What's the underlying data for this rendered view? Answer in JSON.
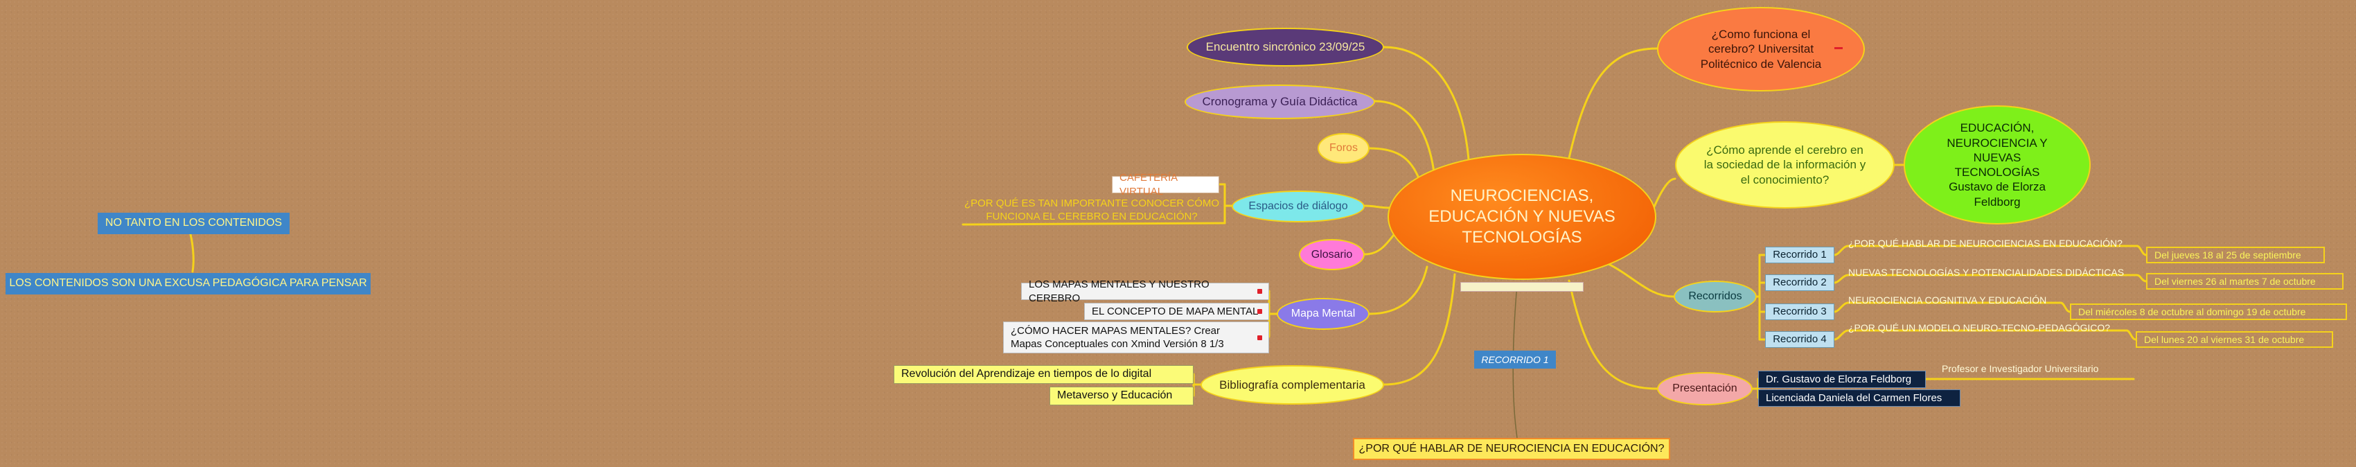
{
  "colors": {
    "background": "#b98a5e",
    "connector": "#f5d21a",
    "center": "#f56a05",
    "marker": "#e0202a"
  },
  "center": {
    "title": "NEUROCIENCIAS, EDUCACIÓN Y NUEVAS TECNOLOGÍAS",
    "link_text": ""
  },
  "left_branches": {
    "encuentro": "Encuentro sincrónico 23/09/25",
    "cronograma": "Cronograma y Guía Didáctica",
    "foros": "Foros",
    "espacios": "Espacios de diálogo",
    "espacios_children": [
      "CAFETERÍA VIRTUAL",
      "¿POR QUÉ ES TAN IMPORTANTE CONOCER CÓMO FUNCIONA EL CEREBRO EN EDUCACIÓN?"
    ],
    "glosario": "Glosario",
    "mapa_mental": "Mapa Mental",
    "mapa_children": [
      "LOS MAPAS MENTALES Y NUESTRO CEREBRO",
      "EL CONCEPTO DE MAPA MENTAL",
      "¿CÓMO HACER MAPAS MENTALES? Crear Mapas Conceptuales con Xmind Versión 8 1/3"
    ],
    "bibliografia": "Bibliografía complementaria",
    "bibliografia_children": [
      "Revolución del Aprendizaje en tiempos de lo digital",
      "Metaverso y Educación"
    ]
  },
  "right_branches": {
    "como_funciona": "¿Como funciona el cerebro? Universitat Politécnico de Valencia",
    "como_aprende": "¿Cómo aprende el cerebro en la sociedad de la información y el conocimiento?",
    "libro": "EDUCACIÓN, NEUROCIENCIA Y NUEVAS TECNOLOGÍAS Gustavo de Elorza Feldborg",
    "recorridos": "Recorridos",
    "recorridos_items": [
      {
        "label": "Recorrido 1",
        "topic": "¿POR QUÉ HABLAR DE NEUROCIENCIAS EN EDUCACIÓN?",
        "date": "Del jueves 18 al 25 de septiembre"
      },
      {
        "label": "Recorrido 2",
        "topic": "NUEVAS TECNOLOGÍAS Y POTENCIALIDADES DIDÁCTICAS",
        "date": "Del viernes 26 al martes 7 de octubre"
      },
      {
        "label": "Recorrido 3",
        "topic": "NEUROCIENCIA COGNITIVA Y EDUCACIÓN",
        "date": "Del miércoles 8 de octubre al domingo 19 de octubre"
      },
      {
        "label": "Recorrido 4",
        "topic": "¿POR QUÉ UN MODELO NEURO-TECNO-PEDAGÓGICO?",
        "date": "Del lunes 20 al viernes 31 de octubre"
      }
    ],
    "presentacion": "Presentación",
    "presentacion_people": [
      {
        "name": "Dr. Gustavo de Elorza Feldborg",
        "role": "Profesor e Investigador Universitario"
      },
      {
        "name": "Licenciada Daniela del Carmen Flores",
        "role": ""
      }
    ]
  },
  "floating": {
    "recorrido_tag": "RECORRIDO 1",
    "bottom_question": "¿POR QUÉ HABLAR DE NEUROCIENCIA EN EDUCACIÓN?",
    "left_top": "NO TANTO EN LOS CONTENIDOS",
    "left_bottom": "LOS CONTENIDOS SON UNA EXCUSA PEDAGÓGICA PARA PENSAR"
  }
}
